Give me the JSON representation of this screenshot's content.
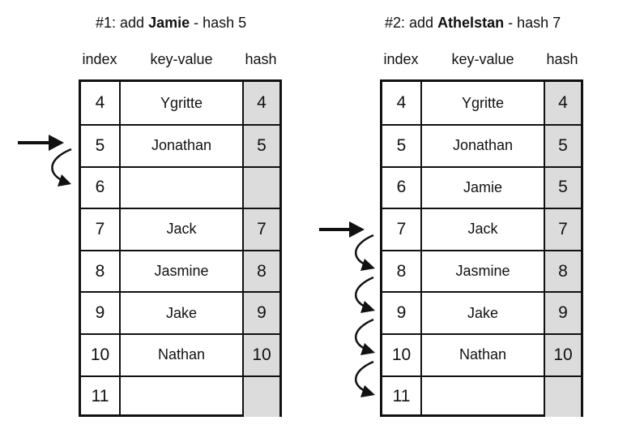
{
  "panels": [
    {
      "title_prefix": "#1: add ",
      "title_key": "Jamie",
      "title_suffix": " - hash 5",
      "headers": {
        "index": "index",
        "key_value": "key-value",
        "hash": "hash"
      },
      "rows": [
        {
          "index": "4",
          "key": "Ygritte",
          "hash": "4"
        },
        {
          "index": "5",
          "key": "Jonathan",
          "hash": "5"
        },
        {
          "index": "6",
          "key": "",
          "hash": ""
        },
        {
          "index": "7",
          "key": "Jack",
          "hash": "7"
        },
        {
          "index": "8",
          "key": "Jasmine",
          "hash": "8"
        },
        {
          "index": "9",
          "key": "Jake",
          "hash": "9"
        },
        {
          "index": "10",
          "key": "Nathan",
          "hash": "10"
        },
        {
          "index": "11",
          "key": "",
          "hash": ""
        }
      ]
    },
    {
      "title_prefix": "#2: add ",
      "title_key": "Athelstan",
      "title_suffix": " - hash 7",
      "headers": {
        "index": "index",
        "key_value": "key-value",
        "hash": "hash"
      },
      "rows": [
        {
          "index": "4",
          "key": "Ygritte",
          "hash": "4"
        },
        {
          "index": "5",
          "key": "Jonathan",
          "hash": "5"
        },
        {
          "index": "6",
          "key": "Jamie",
          "hash": "5"
        },
        {
          "index": "7",
          "key": "Jack",
          "hash": "7"
        },
        {
          "index": "8",
          "key": "Jasmine",
          "hash": "8"
        },
        {
          "index": "9",
          "key": "Jake",
          "hash": "9"
        },
        {
          "index": "10",
          "key": "Nathan",
          "hash": "10"
        },
        {
          "index": "11",
          "key": "",
          "hash": ""
        }
      ]
    }
  ],
  "colors": {
    "hash_column": "#dcdcdc",
    "line": "#111111"
  }
}
